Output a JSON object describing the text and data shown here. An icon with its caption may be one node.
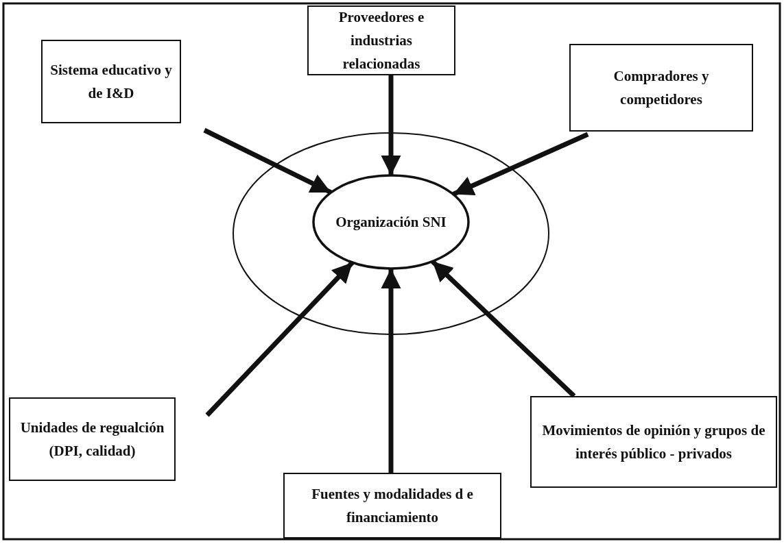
{
  "diagram": {
    "nodes": [
      {
        "text": [
          "Proveedores e industrias relacionadas"
        ]
      },
      {
        "text": [
          "Sistema educativo y de I&D"
        ]
      },
      {
        "text": [
          "Compradores y competidores"
        ]
      },
      {
        "text": [],
        "shape": "ellipse"
      },
      {
        "text": [
          "Organización SNI"
        ],
        "in": 3
      },
      {
        "text": [
          "Unidades de regualción (DPI, calidad)"
        ]
      },
      {
        "text": [
          "Movimientos de opinión y grupos de interés público - privados"
        ]
      },
      {
        "text": [
          "Fuentes y modalidades d e financiamiento"
        ]
      }
    ],
    "edges": [
      {
        "from": 0,
        "to": 4,
        "arrow": "to"
      },
      {
        "from": 1,
        "to": 4,
        "arrow": "to"
      },
      {
        "from": 2,
        "to": 4,
        "arrow": "to"
      },
      {
        "from": 5,
        "to": 4,
        "arrow": "to"
      },
      {
        "from": 6,
        "to": 4,
        "arrow": "to"
      },
      {
        "from": 7,
        "to": 4,
        "arrow": "to"
      }
    ]
  }
}
